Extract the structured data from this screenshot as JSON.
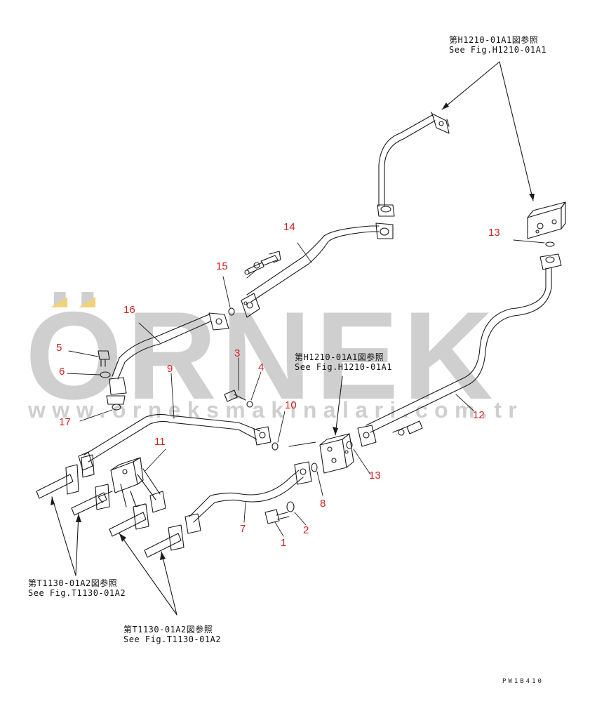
{
  "watermark": {
    "brand": "ÖRNEK",
    "url": "www.orneksmakinalari.com.tr",
    "text_color": "#cfcfcf",
    "accent_color": "#f1d27a"
  },
  "references": {
    "ref_top_right": {
      "line1": "第H1210-01A1図参照",
      "line2": "See Fig.H1210-01A1"
    },
    "ref_middle": {
      "line1": "第H1210-01A1図参照",
      "line2": "See Fig.H1210-01A1"
    },
    "ref_bottom_left": {
      "line1": "第T1130-01A2図参照",
      "line2": "See Fig.T1130-01A2"
    },
    "ref_bottom_center": {
      "line1": "第T1130-01A2図参照",
      "line2": "See Fig.T1130-01A2"
    }
  },
  "part_labels": {
    "p1": "1",
    "p2": "2",
    "p3": "3",
    "p4": "4",
    "p5": "5",
    "p6": "6",
    "p7": "7",
    "p8": "8",
    "p9": "9",
    "p10": "10",
    "p11": "11",
    "p12": "12",
    "p13a": "13",
    "p13b": "13",
    "p14": "14",
    "p15": "15",
    "p16": "16",
    "p17": "17"
  },
  "label_color": "#d32020",
  "drawing_code": "PW1B410"
}
